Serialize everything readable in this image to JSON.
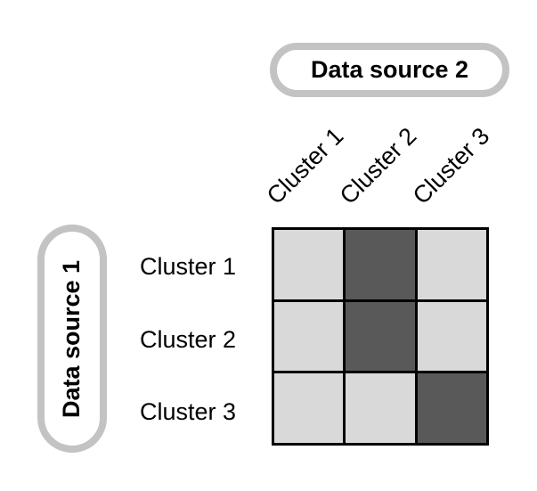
{
  "figure": {
    "background": "#ffffff",
    "top_pill": {
      "label": "Data source 2"
    },
    "left_pill": {
      "label": "Data source 1"
    },
    "col_labels": [
      "Cluster 1",
      "Cluster 2",
      "Cluster 3"
    ],
    "row_labels": [
      "Cluster 1",
      "Cluster 2",
      "Cluster 3"
    ],
    "matrix": {
      "rows": 3,
      "cols": 3,
      "cells": [
        [
          "light",
          "dark",
          "light"
        ],
        [
          "light",
          "dark",
          "light"
        ],
        [
          "light",
          "light",
          "dark"
        ]
      ]
    },
    "colors": {
      "light": "#d9d9d9",
      "dark": "#595959",
      "pill_border": "#c3c3c3",
      "grid_border": "#000000",
      "text": "#000000"
    }
  }
}
